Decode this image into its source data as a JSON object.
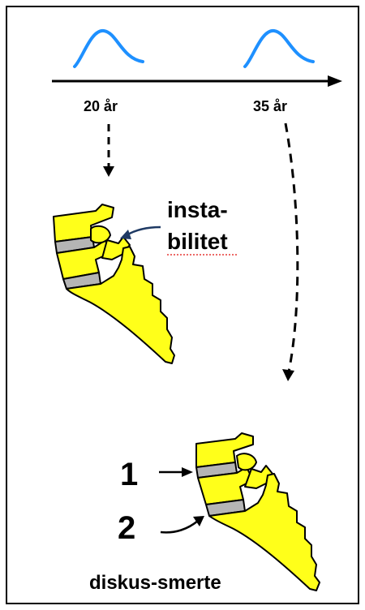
{
  "timeline": {
    "tick_labels": [
      "20 år",
      "35 år"
    ]
  },
  "annotations": {
    "instability_line1": "insta-",
    "instability_line2": "bilitet",
    "marker_1": "1",
    "marker_2": "2",
    "bottom_label": "diskus-smerte"
  },
  "colors": {
    "curve": "#1E90FF",
    "bone": "#FFFF1A",
    "disc": "#B5B5B5",
    "outline": "#000000",
    "pointer_arrow": "#1F3A64",
    "spellcheck_underline": "#E53935"
  }
}
